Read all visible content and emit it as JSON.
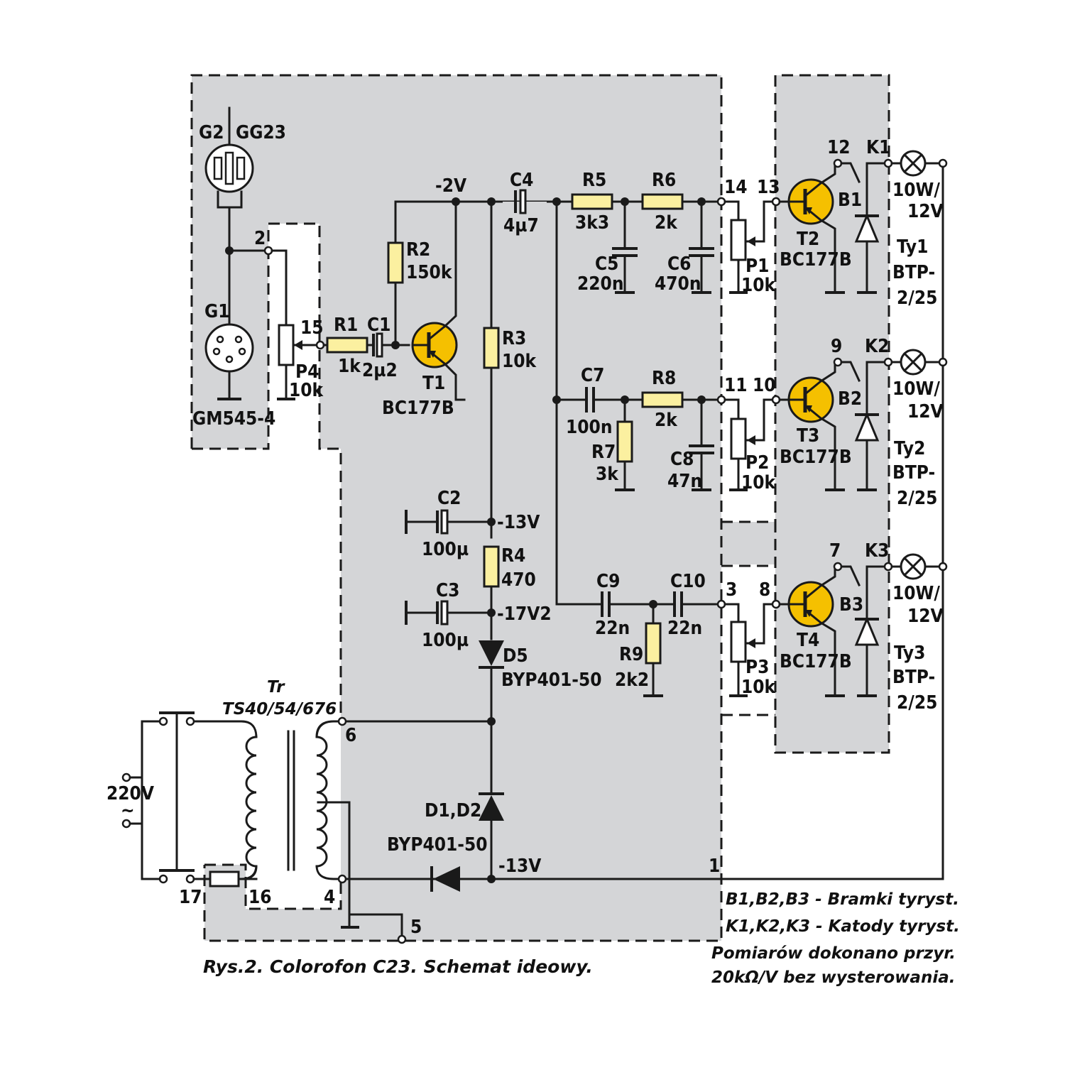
{
  "title": "Rys.2. Colorofon C23. Schemat ideowy.",
  "notes": [
    "B1,B2,B3 - Bramki tyryst.",
    "K1,K2,K3 - Katody tyryst.",
    "Pomiarów dokonano przyr.",
    "20kΩ/V bez wysterowania."
  ],
  "colors": {
    "panel": "#d4d5d7",
    "resistor": "#fbf0a0",
    "transistor": "#f5c000"
  },
  "labels": {
    "g2": "G2",
    "gg23": "GG23",
    "g1": "G1",
    "gm": "GM545-4",
    "n2": "2",
    "n15": "15",
    "p4": "P4",
    "p4v": "10k",
    "r1": "R1",
    "r1v": "1k",
    "c1": "C1",
    "c1v": "2µ2",
    "t1": "T1",
    "t1t": "BC177B",
    "m2v": "-2V",
    "r2": "R2",
    "r2v": "150k",
    "r3": "R3",
    "r3v": "10k",
    "c4": "C4",
    "c4v": "4µ7",
    "r5": "R5",
    "r5v": "3k3",
    "r6": "R6",
    "r6v": "2k",
    "c5": "C5",
    "c5v": "220n",
    "c6": "C6",
    "c6v": "470n",
    "n14": "14",
    "n13": "13",
    "p1": "P1",
    "p1v": "10k",
    "t2": "T2",
    "t2t": "BC177B",
    "b1": "B1",
    "n12": "12",
    "k1": "K1",
    "l1a": "10W/",
    "l1b": "12V",
    "ty1": "Ty1",
    "ty1a": "BTP-",
    "ty1b": "2/25",
    "c7": "C7",
    "c7v": "100n",
    "r8": "R8",
    "r8v": "2k",
    "r7": "R7",
    "r7v": "3k",
    "c8": "C8",
    "c8v": "47n",
    "n11": "11",
    "n10": "10",
    "p2": "P2",
    "p2v": "10k",
    "t3": "T3",
    "t3t": "BC177B",
    "b2": "B2",
    "n9": "9",
    "k2": "K2",
    "l2a": "10W/",
    "l2b": "12V",
    "ty2": "Ty2",
    "ty2a": "BTP-",
    "ty2b": "2/25",
    "c2": "C2",
    "c2v": "100µ",
    "m13": "-13V",
    "r4": "R4",
    "r4v": "470",
    "c3": "C3",
    "c3v": "100µ",
    "m17": "-17V2",
    "d5": "D5",
    "d5t": "BYP401-50",
    "c9": "C9",
    "c9v": "22n",
    "c10": "C10",
    "c10v": "22n",
    "r9": "R9",
    "r9v": "2k2",
    "n3": "3",
    "n8": "8",
    "p3": "P3",
    "p3v": "10k",
    "t4": "T4",
    "t4t": "BC177B",
    "b3": "B3",
    "n7": "7",
    "k3": "K3",
    "l3a": "10W/",
    "l3b": "12V",
    "ty3": "Ty3",
    "ty3a": "BTP-",
    "ty3b": "2/25",
    "tr": "Tr",
    "trt": "TS40/54/676",
    "n6": "6",
    "v220": "220V",
    "ac": "~",
    "d12": "D1,D2",
    "d12t": "BYP401-50",
    "m13b": "-13V",
    "n1": "1",
    "n17": "17",
    "n16": "16",
    "n4": "4",
    "n5": "5"
  }
}
